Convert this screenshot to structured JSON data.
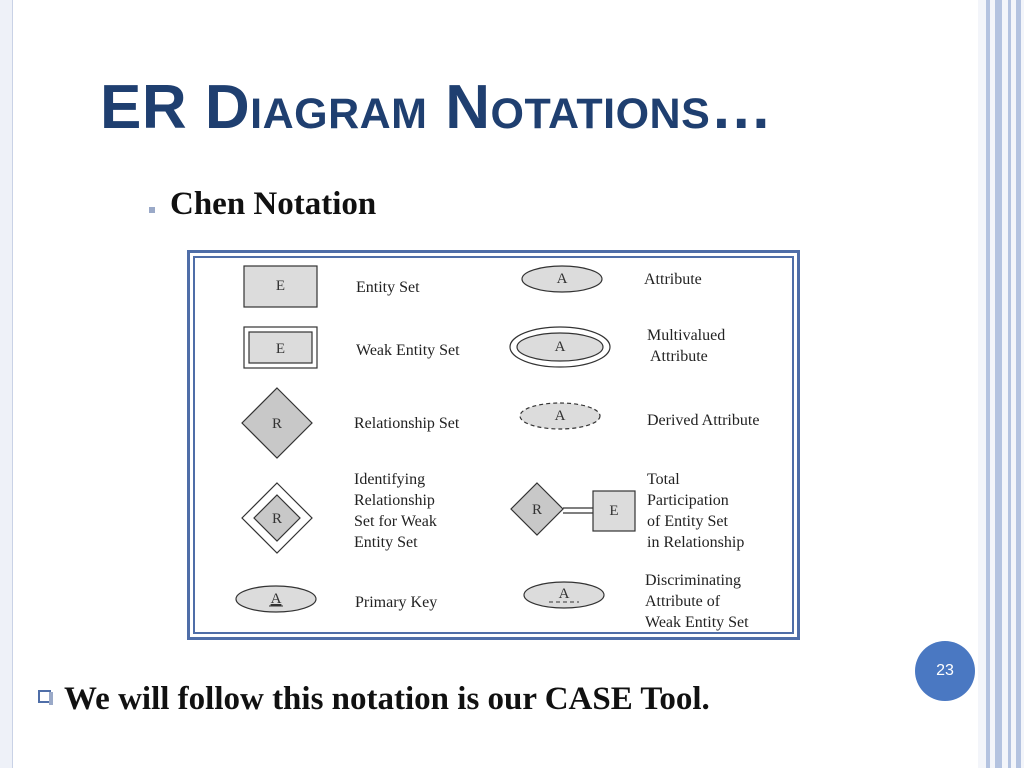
{
  "slide": {
    "title": "ER Diagram Notations…",
    "subtitle": "Chen Notation",
    "footer_text": "We will follow this notation is our CASE Tool.",
    "page_number": "23",
    "accent_color": "#1f3f70",
    "frame_color": "#4f6ea8",
    "badge_color": "#4a78c2"
  },
  "legend": {
    "entity_set": {
      "symbol": "E",
      "label": "Entity Set"
    },
    "weak_entity_set": {
      "symbol": "E",
      "label": "Weak Entity Set"
    },
    "relationship_set": {
      "symbol": "R",
      "label": "Relationship Set"
    },
    "identifying_relationship": {
      "symbol": "R",
      "label_lines": [
        "Identifying",
        "Relationship",
        "Set for Weak",
        "Entity Set"
      ]
    },
    "primary_key": {
      "symbol": "A",
      "label": "Primary Key"
    },
    "attribute": {
      "symbol": "A",
      "label": "Attribute"
    },
    "multivalued_attribute": {
      "symbol": "A",
      "label_lines": [
        "Multivalued",
        "Attribute"
      ]
    },
    "derived_attribute": {
      "symbol": "A",
      "label": "Derived Attribute"
    },
    "total_participation": {
      "symbol_r": "R",
      "symbol_e": "E",
      "label_lines": [
        "Total",
        "Participation",
        "of Entity Set",
        "in Relationship"
      ]
    },
    "discriminating_attribute": {
      "symbol": "A",
      "label_lines": [
        "Discriminating",
        "Attribute of",
        "Weak Entity Set"
      ]
    }
  }
}
